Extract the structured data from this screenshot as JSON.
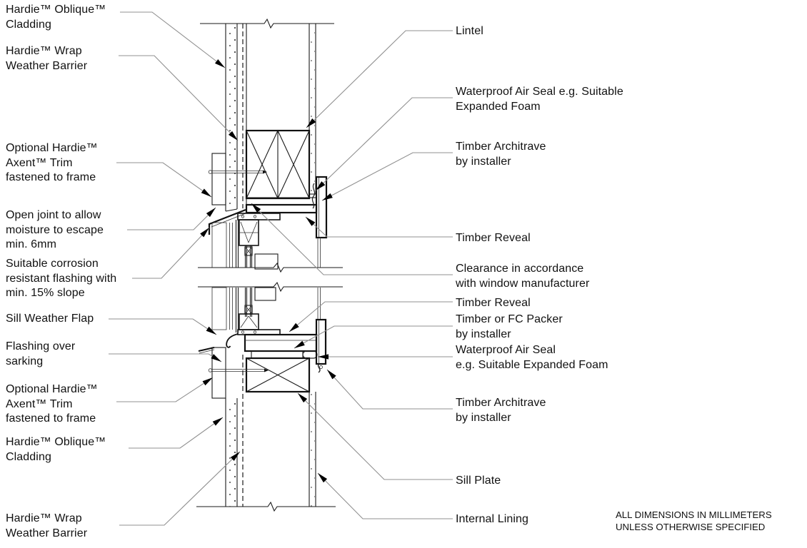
{
  "labels": {
    "left": [
      {
        "id": "cladding-top",
        "lines": [
          "Hardie™ Oblique™",
          "Cladding"
        ]
      },
      {
        "id": "wrap-top",
        "lines": [
          "Hardie™ Wrap",
          "Weather Barrier"
        ]
      },
      {
        "id": "axent-trim-top",
        "lines": [
          "Optional Hardie™",
          "Axent™ Trim",
          "fastened to frame"
        ]
      },
      {
        "id": "open-joint",
        "lines": [
          "Open joint to allow",
          "moisture to escape",
          "min. 6mm"
        ]
      },
      {
        "id": "corrosion-flashing",
        "lines": [
          "Suitable corrosion",
          "resistant flashing with",
          "min. 15% slope"
        ]
      },
      {
        "id": "sill-weather-flap",
        "lines": [
          "Sill Weather Flap"
        ]
      },
      {
        "id": "flashing-over-sarking",
        "lines": [
          "Flashing over",
          "sarking"
        ]
      },
      {
        "id": "axent-trim-bottom",
        "lines": [
          "Optional Hardie™",
          "Axent™ Trim",
          "fastened to frame"
        ]
      },
      {
        "id": "cladding-bottom",
        "lines": [
          "Hardie™ Oblique™",
          "Cladding"
        ]
      },
      {
        "id": "wrap-bottom",
        "lines": [
          "Hardie™ Wrap",
          "Weather Barrier"
        ]
      }
    ],
    "right": [
      {
        "id": "lintel",
        "lines": [
          "Lintel"
        ]
      },
      {
        "id": "air-seal-head",
        "lines": [
          "Waterproof Air Seal e.g. Suitable",
          "Expanded Foam"
        ]
      },
      {
        "id": "architrave-head",
        "lines": [
          "Timber Architrave",
          "by installer"
        ]
      },
      {
        "id": "reveal-head",
        "lines": [
          "Timber Reveal"
        ]
      },
      {
        "id": "clearance",
        "lines": [
          "Clearance in accordance",
          "with window manufacturer"
        ]
      },
      {
        "id": "reveal-sill",
        "lines": [
          "Timber Reveal"
        ]
      },
      {
        "id": "packer",
        "lines": [
          "Timber or FC Packer",
          "by installer"
        ]
      },
      {
        "id": "air-seal-sill",
        "lines": [
          "Waterproof Air Seal",
          "e.g. Suitable Expanded Foam"
        ]
      },
      {
        "id": "architrave-sill",
        "lines": [
          "Timber Architrave",
          "by installer"
        ]
      },
      {
        "id": "sill-plate",
        "lines": [
          "Sill Plate"
        ]
      },
      {
        "id": "internal-lining",
        "lines": [
          "Internal Lining"
        ]
      }
    ]
  },
  "footnote": {
    "lines": [
      "ALL DIMENSIONS IN MILLIMETERS",
      "UNLESS OTHERWISE SPECIFIED"
    ]
  },
  "colors": {
    "line": "#1a1a1a",
    "leader": "#909090",
    "background": "#ffffff"
  }
}
